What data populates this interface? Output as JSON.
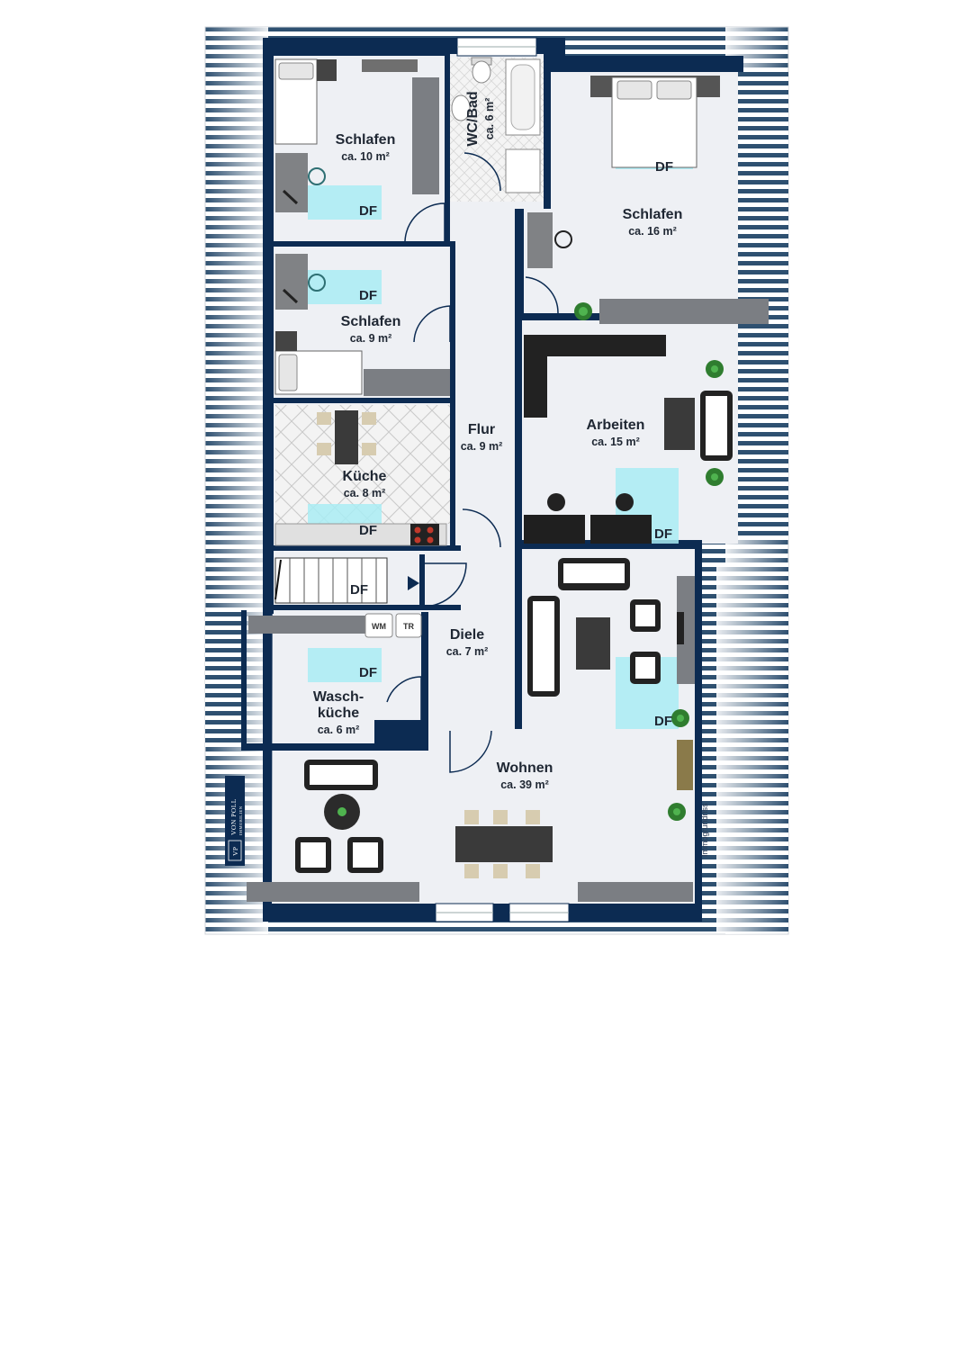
{
  "colors": {
    "wall": "#0c2b52",
    "floor": "#eef0f4",
    "roof_stripe": "#2e5070",
    "skylight": "#a9ecf3",
    "furniture_dark": "#2b2b2b",
    "furniture_grey": "#7b7e83"
  },
  "rooms": {
    "schlafen_1": {
      "name": "Schlafen",
      "area": "ca. 10 m²"
    },
    "wc_bad": {
      "name": "WC/Bad",
      "area": "ca. 6 m²"
    },
    "schlafen_2": {
      "name": "Schlafen",
      "area": "ca. 16 m²"
    },
    "schlafen_3": {
      "name": "Schlafen",
      "area": "ca. 9 m²"
    },
    "flur": {
      "name": "Flur",
      "area": "ca. 9 m²"
    },
    "arbeiten": {
      "name": "Arbeiten",
      "area": "ca. 15 m²"
    },
    "kueche": {
      "name": "Küche",
      "area": "ca. 8 m²"
    },
    "diele": {
      "name": "Diele",
      "area": "ca. 7 m²"
    },
    "waschkueche": {
      "name_line1": "Wasch-",
      "name_line2": "küche",
      "area": "ca. 6 m²"
    },
    "wohnen": {
      "name": "Wohnen",
      "area": "ca. 39 m²"
    }
  },
  "skylight_label": "DF",
  "appliances": {
    "washer": "WM",
    "dryer": "TR"
  },
  "logo": {
    "monogram": "VP",
    "line1": "VON POLL",
    "line2": "IMMOBILIEN"
  },
  "watermark": "Immogrundriss",
  "icons": [
    "bed-icon",
    "desk-chair-icon",
    "toilet-icon",
    "bathtub-icon",
    "shower-icon",
    "sofa-icon",
    "armchair-icon",
    "dining-table-icon",
    "stove-icon",
    "sink-icon",
    "plant-icon",
    "tv-icon",
    "staircase-icon",
    "door-swing-icon"
  ]
}
